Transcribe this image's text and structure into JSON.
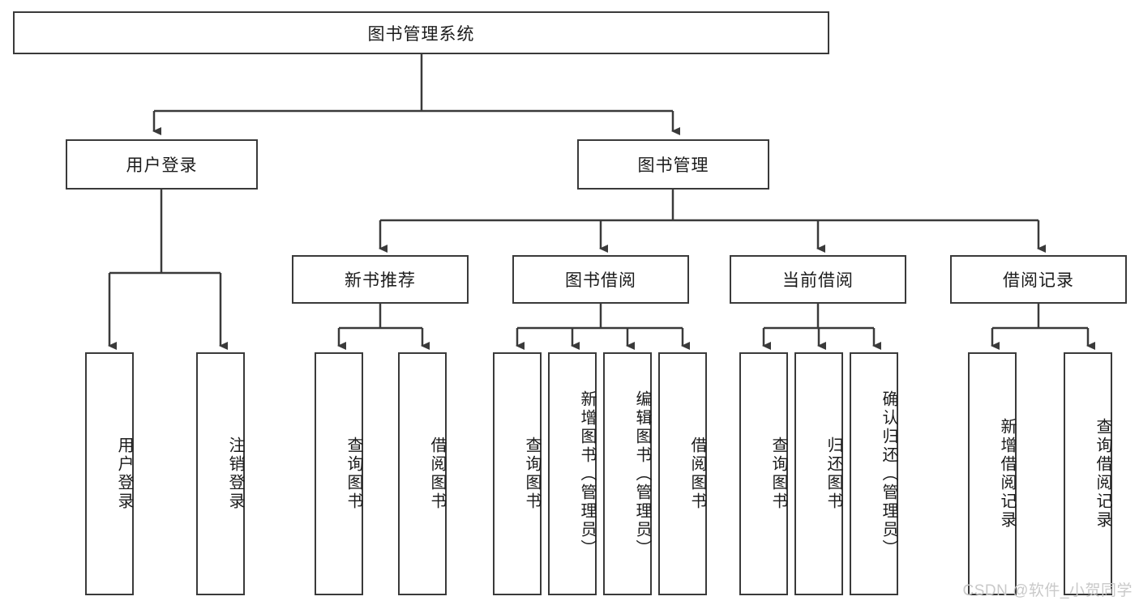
{
  "diagram": {
    "title": "图书管理系统",
    "watermark": "CSDN @软件_小贺同学",
    "colors": {
      "box_border": "#3a3a3a",
      "connector": "#3a3a3a",
      "background": "#ffffff",
      "text": "#1b1b1b",
      "watermark": "#c9c9c9"
    },
    "levels": {
      "root": "图书管理系统",
      "level2": [
        "用户登录",
        "图书管理"
      ],
      "level3": [
        "新书推荐",
        "图书借阅",
        "当前借阅",
        "借阅记录"
      ]
    },
    "nodes": {
      "root": "图书管理系统",
      "user_login": "用户登录",
      "book_manage": "图书管理",
      "new_book_rec": "新书推荐",
      "book_borrow": "图书借阅",
      "current_borrow": "当前借阅",
      "borrow_record": "借阅记录",
      "leaf_user_login": "用户登录",
      "leaf_logout": "注销登录",
      "leaf_query_book_1": "查询图书",
      "leaf_borrow_book_1": "借阅图书",
      "leaf_query_book_2": "查询图书",
      "leaf_add_book": "新增图书（管理员）",
      "leaf_edit_book": "编辑图书（管理员）",
      "leaf_borrow_book_2": "借阅图书",
      "leaf_query_book_3": "查询图书",
      "leaf_return_book": "归还图书",
      "leaf_confirm_return": "确认归还（管理员）",
      "leaf_add_record": "新增借阅记录",
      "leaf_query_record": "查询借阅记录"
    }
  }
}
